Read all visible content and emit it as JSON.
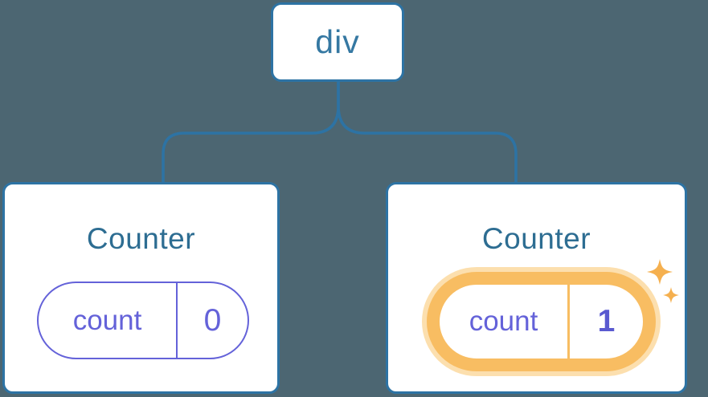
{
  "diagram": {
    "root_label": "div",
    "children": [
      {
        "title": "Counter",
        "state_name": "count",
        "state_value": "0",
        "highlighted": false
      },
      {
        "title": "Counter",
        "state_name": "count",
        "state_value": "1",
        "highlighted": true
      }
    ]
  },
  "icons": {
    "sparkle": "✦"
  },
  "colors": {
    "bg": "#4c6672",
    "box-border": "#2d73a4",
    "root-text": "#3578a2",
    "title-text": "#2d6d92",
    "purple": "#6462d9",
    "purple-bold": "#5a5ad0",
    "orange": "#f8bd62",
    "orange-halo": "#fcdfae",
    "sparkle": "#f5b04f",
    "connector": "#2d73a4"
  }
}
